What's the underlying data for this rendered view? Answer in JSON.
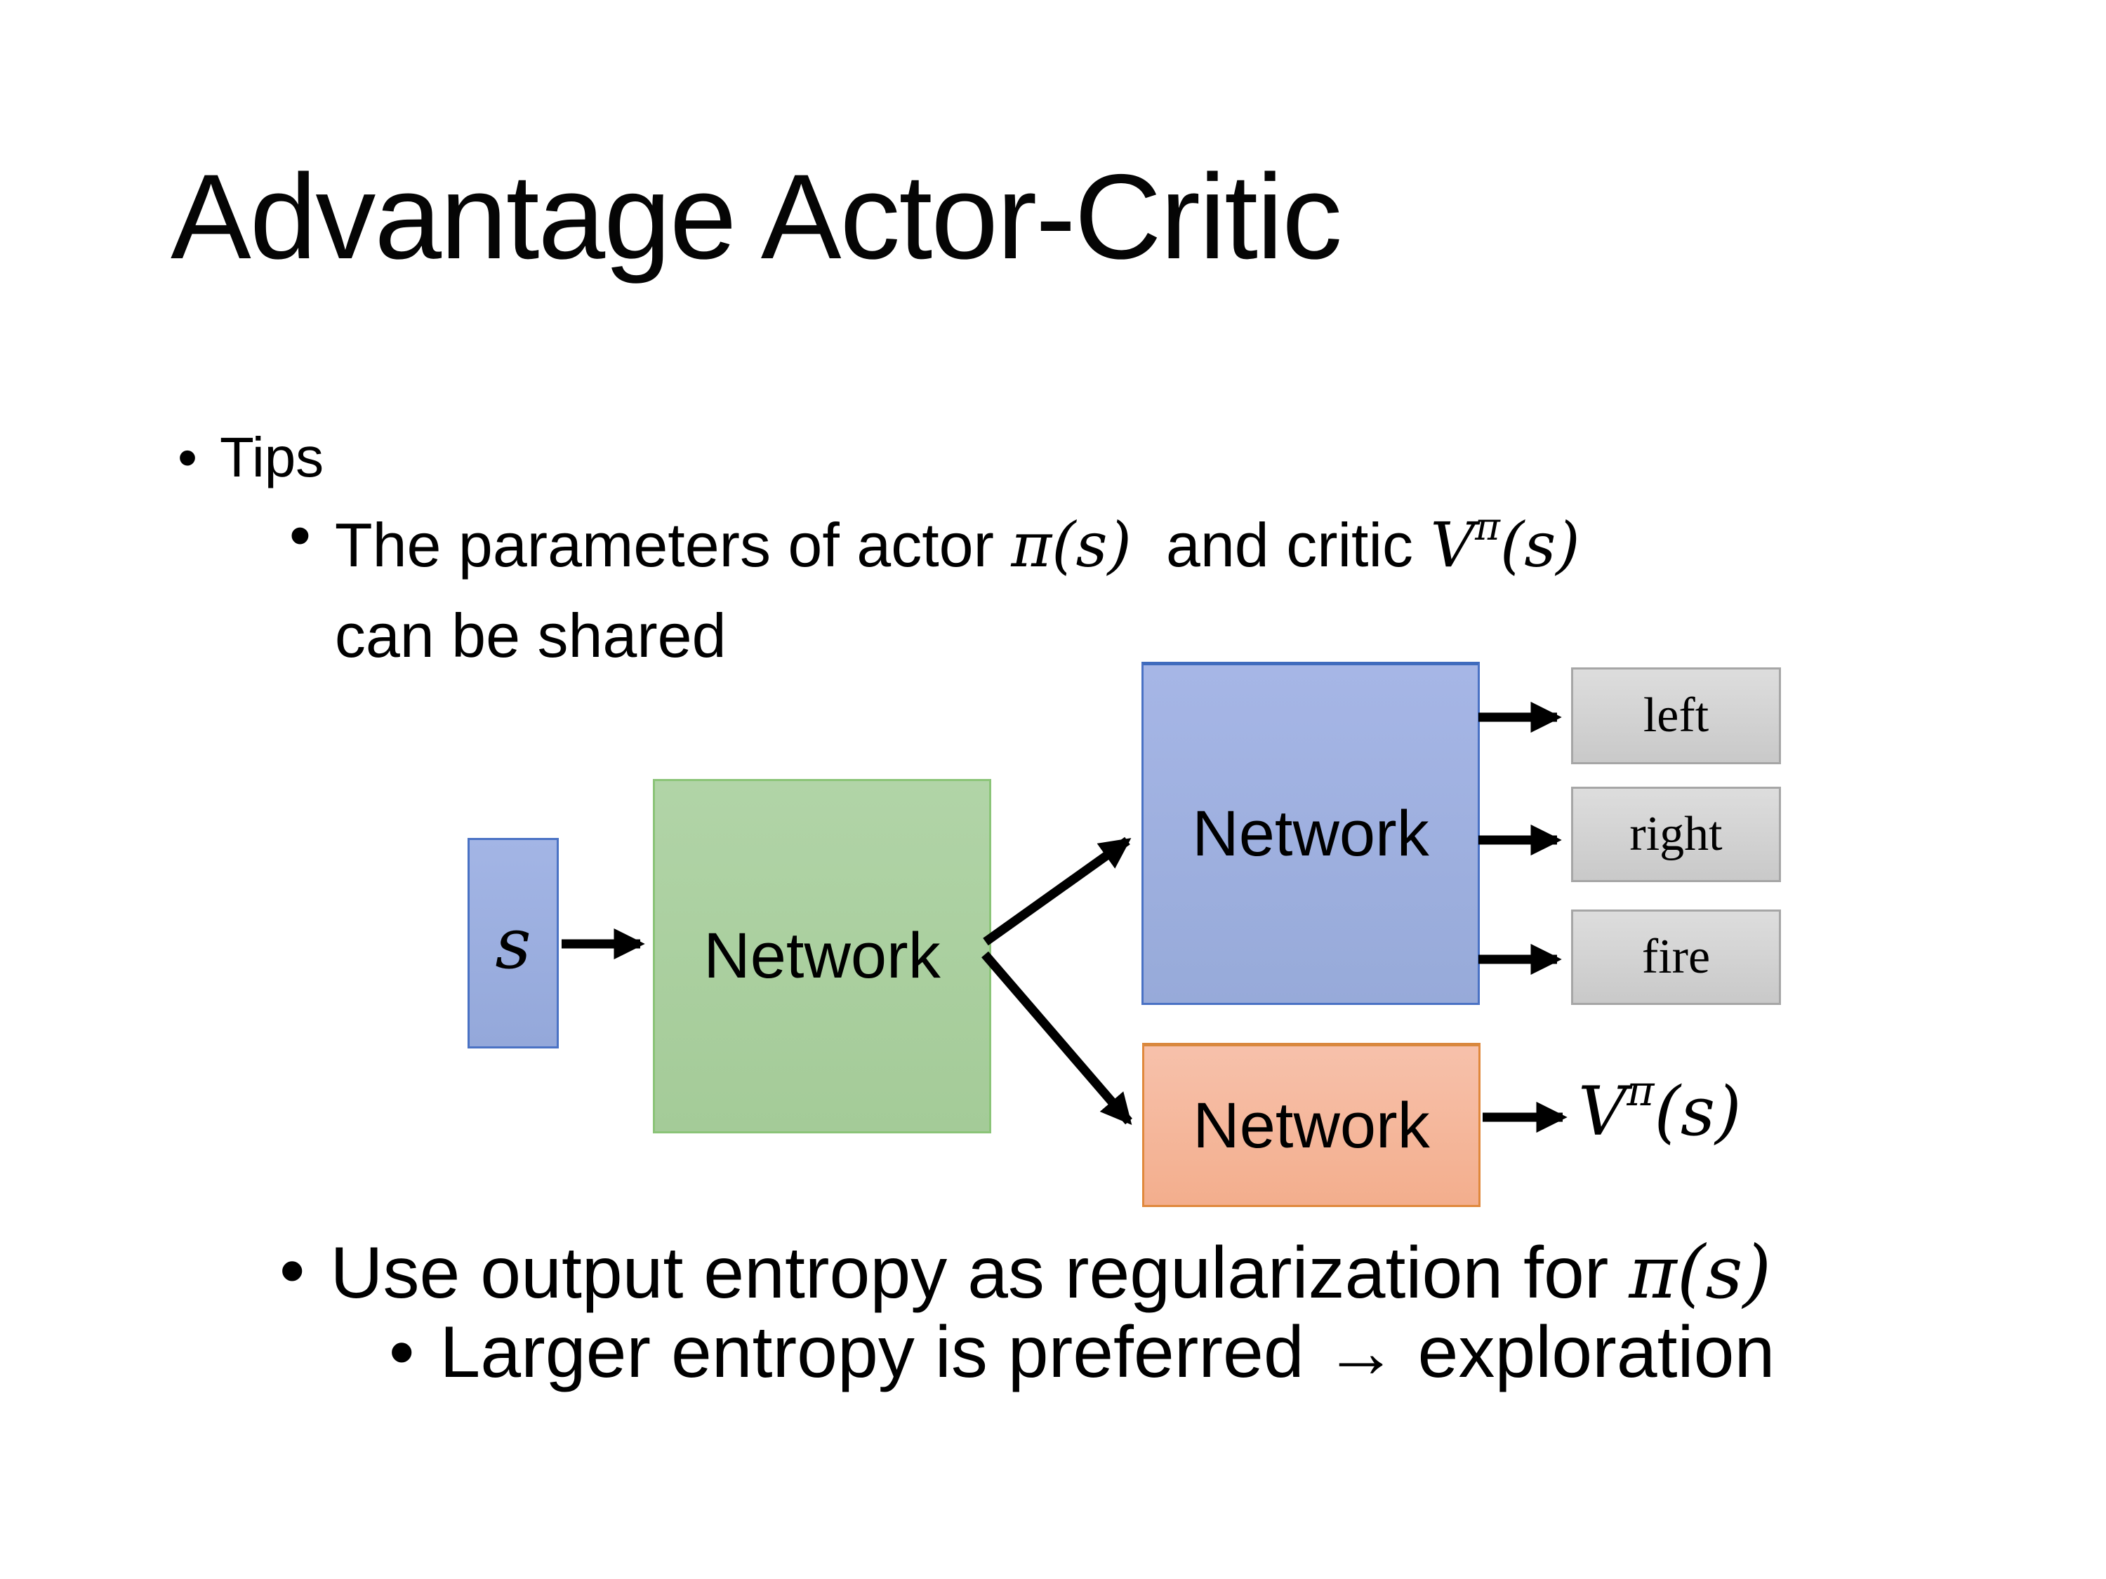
{
  "slide": {
    "title": "Advantage Actor-Critic",
    "bullet_glyph": "•",
    "bullets": {
      "tips": "Tips",
      "param_line1_prefix": "The parameters of actor ",
      "param_line1_math1": "π(s)",
      "param_line1_mid": "  and critic ",
      "param_line1_math2_base": "V",
      "param_line1_math2_sup": "π",
      "param_line1_math2_args": "(s)",
      "param_line2": "can be shared",
      "entropy_prefix": "Use output entropy as regularization for ",
      "entropy_math": "π(s)",
      "larger": "Larger entropy is preferred → exploration"
    }
  },
  "diagram": {
    "state_label": "s",
    "shared_network_label": "Network",
    "actor_network_label": "Network",
    "critic_network_label": "Network",
    "actions": [
      "left",
      "right",
      "fire"
    ],
    "critic_output_base": "V",
    "critic_output_sup": "π",
    "critic_output_args": "(s)",
    "colors": {
      "state_fill": "#9cb0e0",
      "state_border": "#4a72c4",
      "shared_fill": "#abd0a0",
      "shared_border": "#8bc478",
      "actor_fill": "#9cafe0",
      "actor_border": "#4472c4",
      "critic_fill": "#f5b99e",
      "critic_border": "#e0883c",
      "action_fill": "#d6d6d6",
      "action_border": "#a6a6a6",
      "arrow": "#000000"
    }
  }
}
